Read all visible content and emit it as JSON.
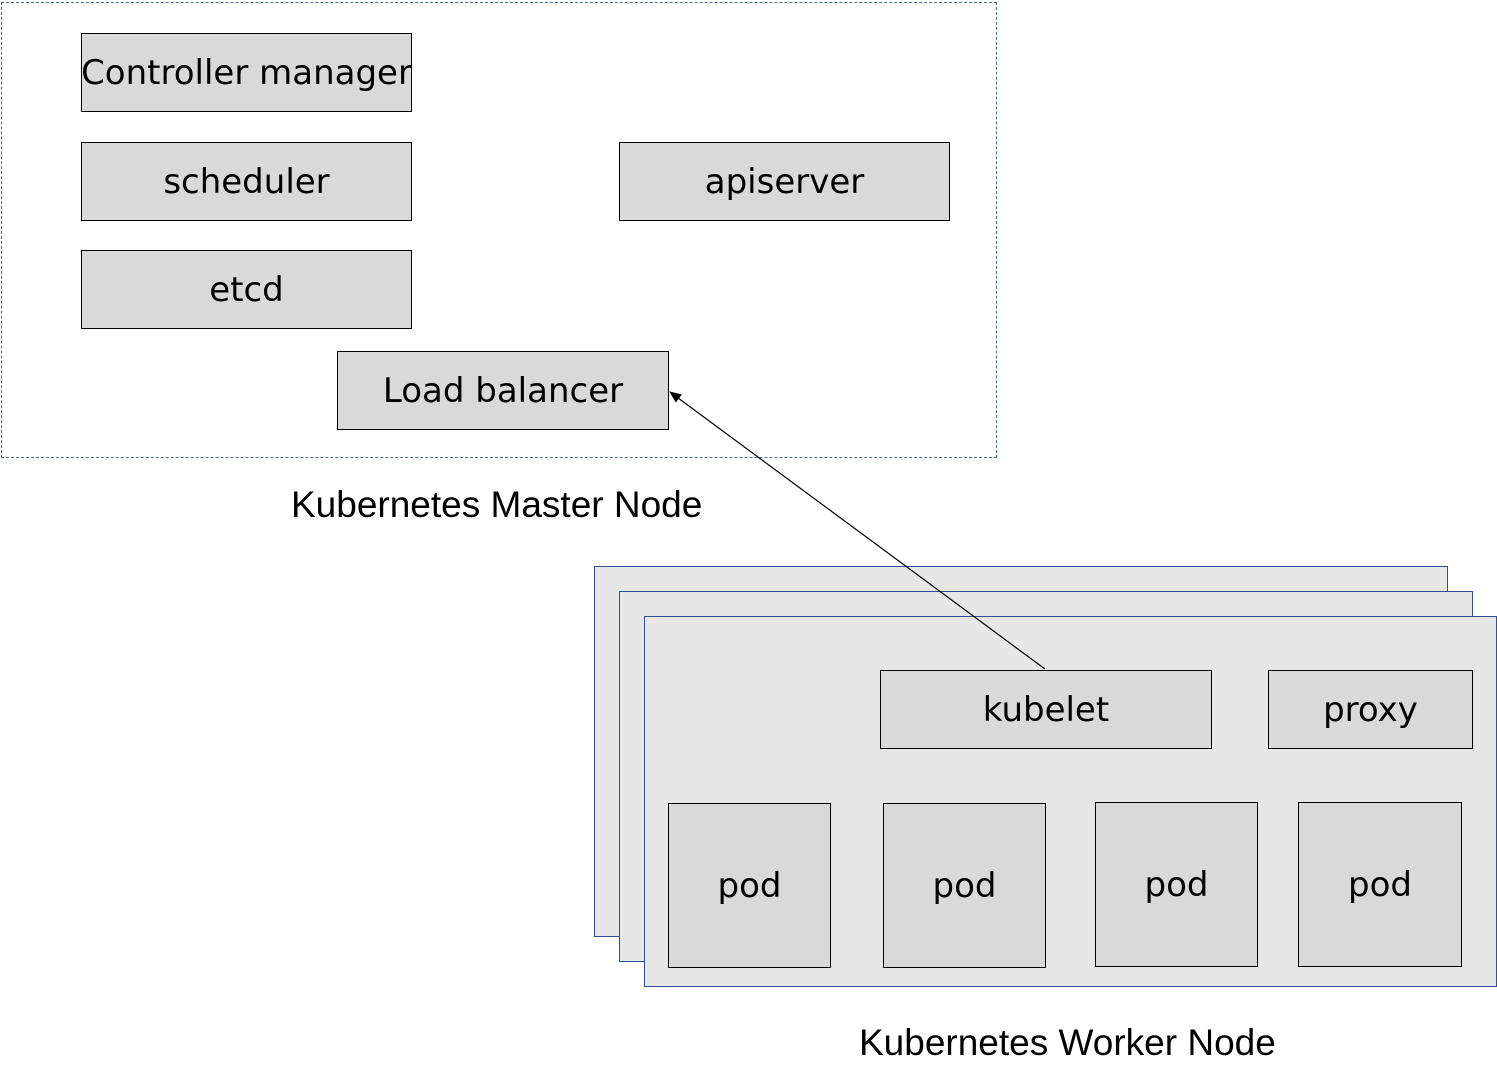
{
  "master": {
    "caption": "Kubernetes Master Node",
    "components": {
      "controller_manager": "Controller manager",
      "scheduler": "scheduler",
      "etcd": "etcd",
      "apiserver": "apiserver",
      "load_balancer": "Load balancer"
    }
  },
  "worker": {
    "caption": "Kubernetes Worker Node",
    "components": {
      "kubelet": "kubelet",
      "proxy": "proxy",
      "pods": [
        "pod",
        "pod",
        "pod",
        "pod"
      ]
    }
  },
  "colors": {
    "component_fill": "#d9d9d9",
    "worker_fill": "#e7e7e7",
    "worker_border": "#2f4f8f",
    "master_border": "#4a6a8a"
  }
}
